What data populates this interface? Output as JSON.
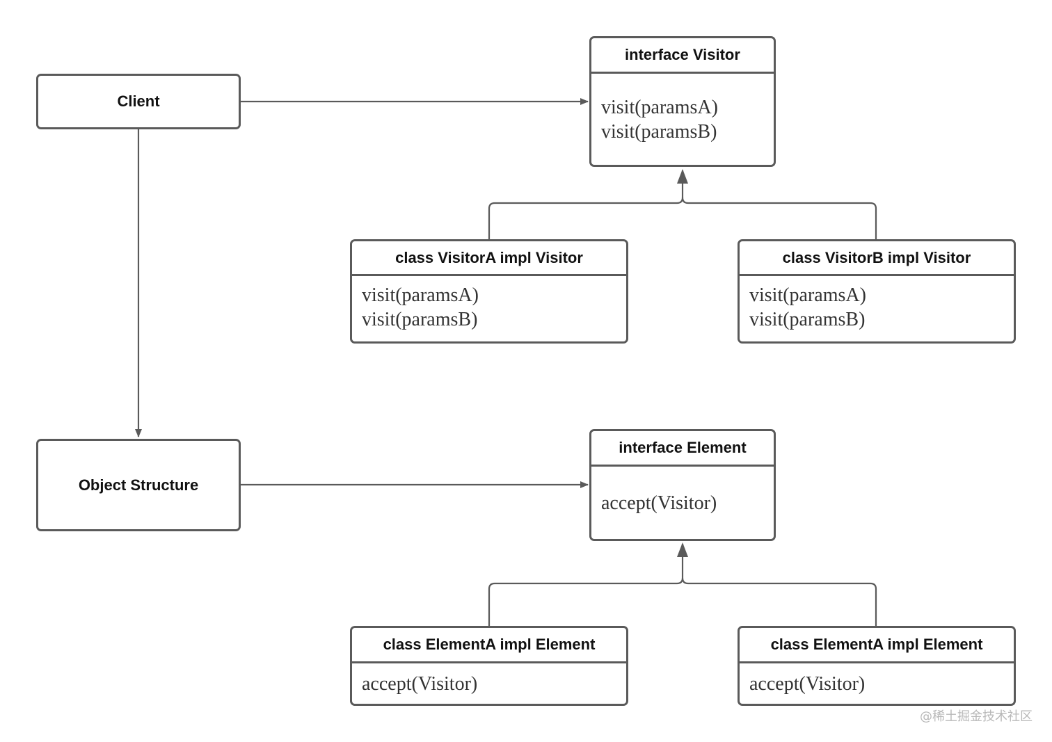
{
  "nodes": {
    "client": {
      "label": "Client"
    },
    "object_structure": {
      "label": "Object Structure"
    },
    "interface_visitor": {
      "title": "interface Visitor",
      "methods": [
        "visit(paramsA)",
        "visit(paramsB)"
      ]
    },
    "visitor_a": {
      "title": "class VisitorA impl Visitor",
      "methods": [
        "visit(paramsA)",
        "visit(paramsB)"
      ]
    },
    "visitor_b": {
      "title": "class VisitorB impl Visitor",
      "methods": [
        "visit(paramsA)",
        "visit(paramsB)"
      ]
    },
    "interface_element": {
      "title": "interface Element",
      "methods": [
        "accept(Visitor)"
      ]
    },
    "element_a": {
      "title": "class ElementA impl Element",
      "methods": [
        "accept(Visitor)"
      ]
    },
    "element_a_2": {
      "title": "class ElementA impl Element",
      "methods": [
        "accept(Visitor)"
      ]
    }
  },
  "edges": [
    {
      "from": "Client",
      "to": "interface Visitor",
      "kind": "association"
    },
    {
      "from": "Client",
      "to": "Object Structure",
      "kind": "association"
    },
    {
      "from": "Object Structure",
      "to": "interface Element",
      "kind": "association"
    },
    {
      "from": "class VisitorA impl Visitor",
      "to": "interface Visitor",
      "kind": "realization"
    },
    {
      "from": "class VisitorB impl Visitor",
      "to": "interface Visitor",
      "kind": "realization"
    },
    {
      "from": "class ElementA impl Element",
      "to": "interface Element",
      "kind": "realization"
    },
    {
      "from": "class ElementA impl Element",
      "to": "interface Element",
      "kind": "realization"
    }
  ],
  "style": {
    "line_color": "#5a5a5a",
    "text_color": "#111111",
    "method_color": "#333333"
  },
  "watermark": "@稀土掘金技术社区"
}
